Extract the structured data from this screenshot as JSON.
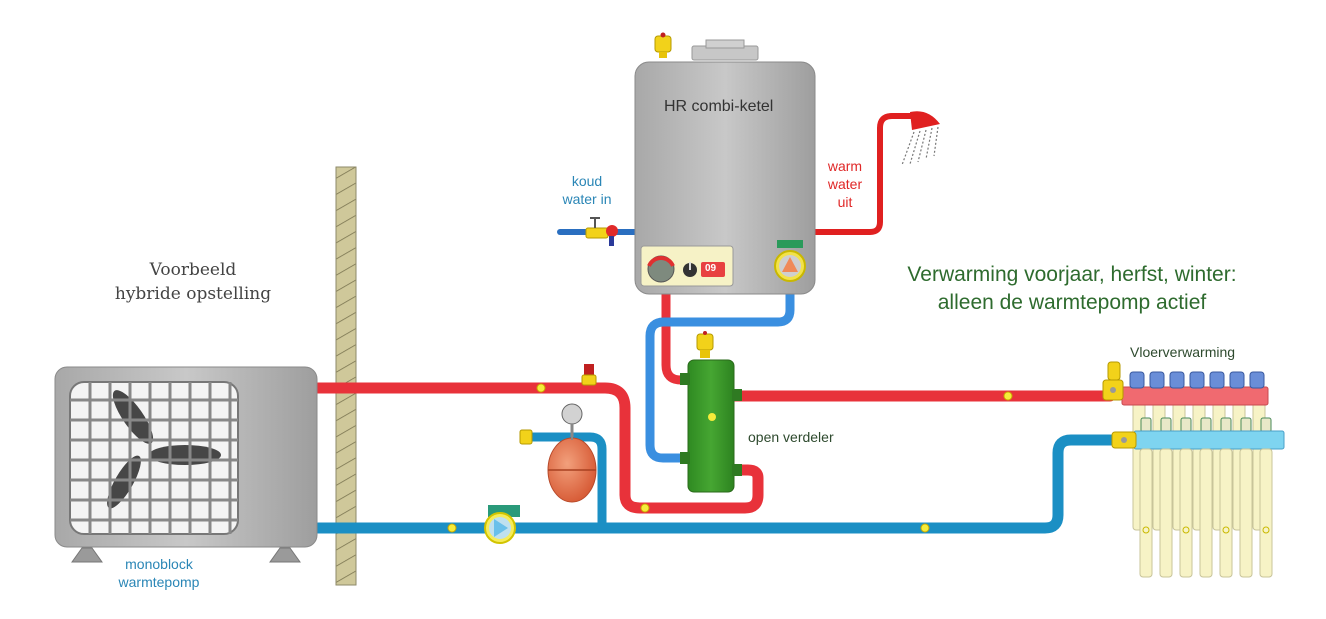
{
  "diagram": {
    "title": "Voorbeeld hybride opstelling",
    "title_lines": [
      "Voorbeeld",
      "hybride opstelling"
    ],
    "mode_caption_lines": [
      "Verwarming voorjaar, herfst, winter:",
      "alleen de warmtepomp actief"
    ],
    "components": {
      "boiler": {
        "label": "HR combi-ketel",
        "display_value": "09"
      },
      "cold_water_in": {
        "lines": [
          "koud",
          "water in"
        ]
      },
      "hot_water_out": {
        "lines": [
          "warm",
          "water",
          "uit"
        ]
      },
      "heat_pump": {
        "lines": [
          "monoblock",
          "warmtepomp"
        ]
      },
      "open_distributor": {
        "label": "open verdeler"
      },
      "floor_heating": {
        "label": "Vloerverwarming",
        "groups": 7
      }
    },
    "colors": {
      "supply_pipe": "#e8323a",
      "return_pipe": "#1b8fc4",
      "boiler_return_pipe": "#3a8fe0",
      "boiler_body": "#bdbdbd",
      "distributor": "#3a9a2a",
      "valve": "#f2d21a",
      "expansion_vessel": "#e0704a",
      "wall": "#cfc89a",
      "caption_green": "#2e6b2e"
    }
  }
}
